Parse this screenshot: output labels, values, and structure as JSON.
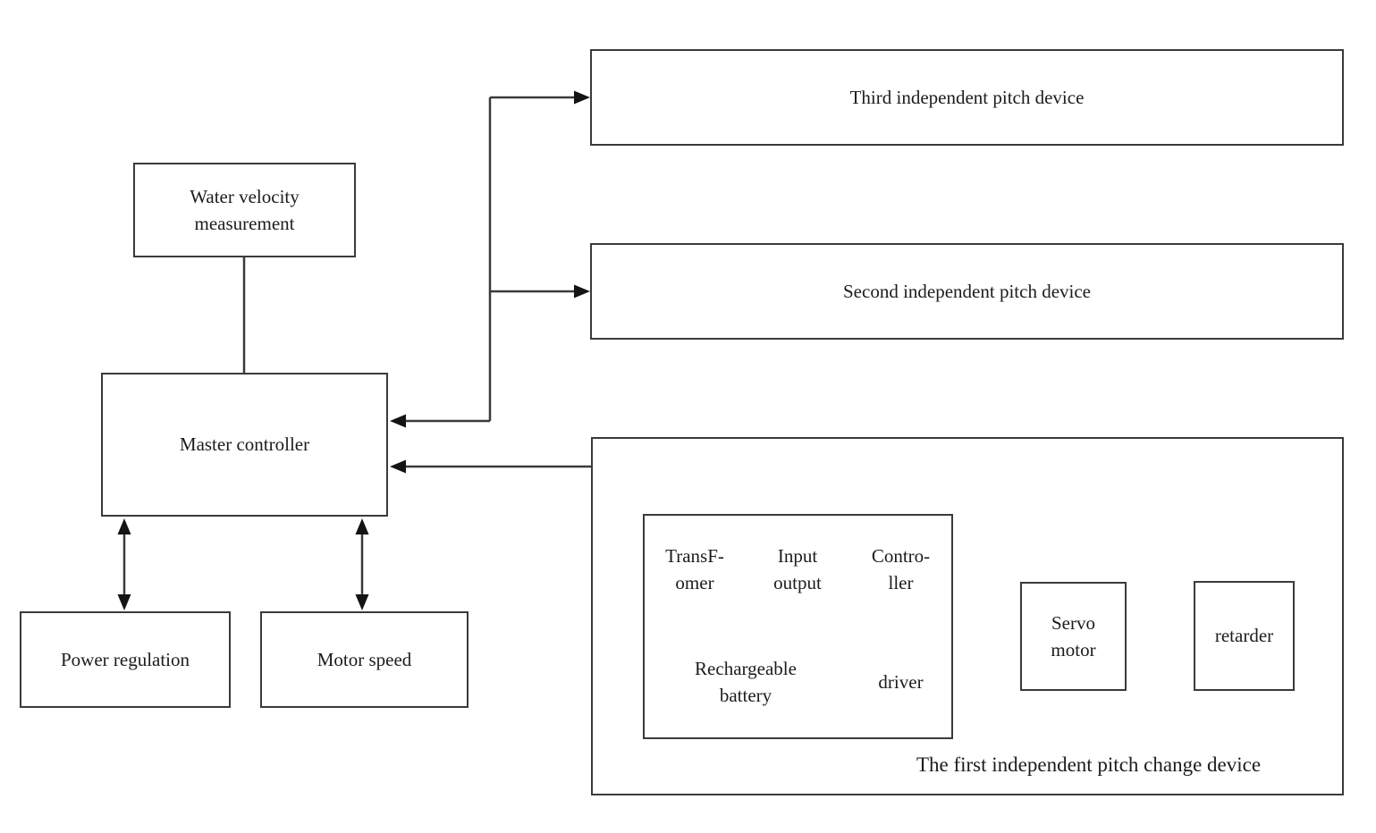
{
  "diagram": {
    "boxes": {
      "water_velocity": {
        "label": "Water velocity\nmeasurement"
      },
      "master_controller": {
        "label": "Master controller"
      },
      "power_regulation": {
        "label": "Power regulation"
      },
      "motor_speed": {
        "label": "Motor speed"
      },
      "third_pitch_device": {
        "label": "Third independent pitch device"
      },
      "second_pitch_device": {
        "label": "Second independent pitch device"
      },
      "first_pitch_device": {
        "caption": "The first independent pitch change device"
      },
      "transformer": {
        "label": "TransF-\nomer"
      },
      "input_output": {
        "label": "Input\noutput"
      },
      "controller": {
        "label": "Contro-\nller"
      },
      "rechargeable_battery": {
        "label": "Rechargeable\nbattery"
      },
      "driver": {
        "label": "driver"
      },
      "servo_motor": {
        "label": "Servo\nmotor"
      },
      "retarder": {
        "label": "retarder"
      }
    },
    "colors": {
      "line": "#3a3a3a",
      "arrowhead": "#141414",
      "background": "#ffffff",
      "text": "#1c1c1c"
    }
  }
}
